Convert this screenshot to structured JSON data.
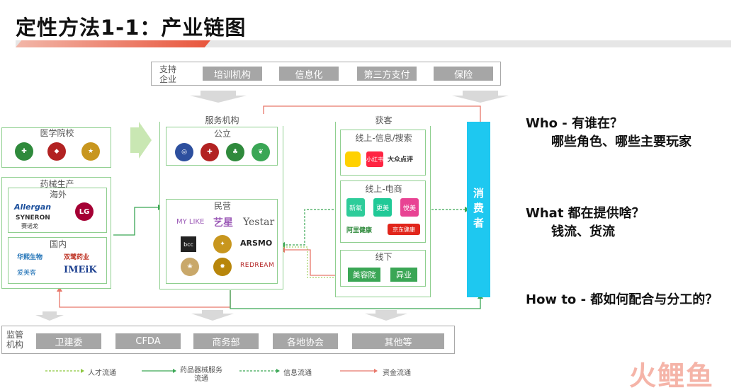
{
  "title": "定性方法1-1：产业链图",
  "support": {
    "label": "支持企业",
    "items": [
      "培训机构",
      "信息化",
      "第三方支付",
      "保险"
    ]
  },
  "medical_schools": {
    "label": "医学院校"
  },
  "device_production": {
    "label": "药械生产",
    "overseas": {
      "label": "海外",
      "logos": [
        "Allergan",
        "SYNERON",
        "赛诺龙",
        "LG"
      ]
    },
    "domestic": {
      "label": "国内",
      "logos": [
        "华熙生物",
        "双鹭药业",
        "爱美客",
        "IMEiK"
      ]
    }
  },
  "service": {
    "label": "服务机构",
    "public": {
      "label": "公立"
    },
    "private": {
      "label": "民营",
      "logos": [
        "MY LIKE",
        "艺星",
        "Yestar",
        "bcc",
        "ARSMO",
        "REDREAM"
      ]
    }
  },
  "acquire": {
    "label": "获客",
    "online_info": {
      "label": "线上-信息/搜索",
      "logos": [
        "小红书",
        "大众点评"
      ]
    },
    "online_ecom": {
      "label": "线上-电商",
      "logos": [
        "新氧",
        "更美",
        "悦美",
        "阿里健康",
        "京东健康"
      ]
    },
    "offline": {
      "label": "线下",
      "items": [
        "美容院",
        "异业"
      ]
    }
  },
  "consumer": {
    "label": "消费者"
  },
  "regulators": {
    "label": "监管机构",
    "items": [
      "卫建委",
      "CFDA",
      "商务部",
      "各地协会",
      "其他等"
    ]
  },
  "questions": {
    "who": "Who  - 有谁在？",
    "who_sub": "哪些角色、哪些主要玩家",
    "what": "What 都在提供啥？",
    "what_sub": "钱流、货流",
    "how": "How to - 都如何配合与分工的？"
  },
  "legend": [
    {
      "label": "人才流通",
      "color": "#8cc63f",
      "style": "dashed"
    },
    {
      "label": "药品器械服务流通",
      "color": "#3aa655",
      "style": "solid"
    },
    {
      "label": "信息流通",
      "color": "#3aa655",
      "style": "dashed"
    },
    {
      "label": "资金流通",
      "color": "#e8776a",
      "style": "solid"
    }
  ],
  "watermark": "火鲤鱼"
}
